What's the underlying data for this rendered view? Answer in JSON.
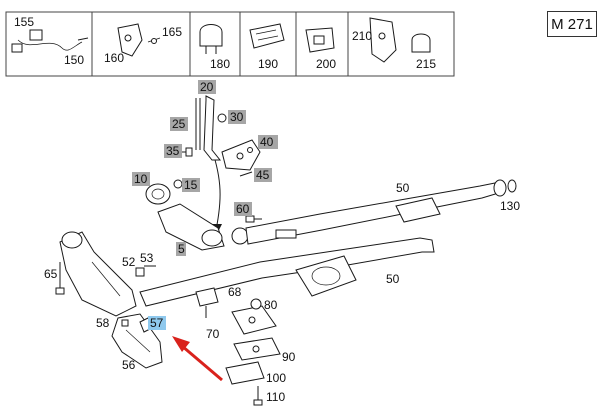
{
  "model_code": "M 271",
  "header_labels": {
    "l155": "155",
    "l150": "150",
    "l160": "160",
    "l165": "165",
    "l180": "180",
    "l190": "190",
    "l200": "200",
    "l210": "210",
    "l215": "215"
  },
  "callouts": {
    "c5": "5",
    "c10": "10",
    "c15": "15",
    "c20": "20",
    "c25": "25",
    "c30": "30",
    "c35": "35",
    "c40": "40",
    "c45": "45",
    "c50a": "50",
    "c50b": "50",
    "c52": "52",
    "c53": "53",
    "c56": "56",
    "c57": "57",
    "c58": "58",
    "c60": "60",
    "c65": "65",
    "c68": "68",
    "c70": "70",
    "c80": "80",
    "c90": "90",
    "c100": "100",
    "c110": "110",
    "c130": "130"
  },
  "colors": {
    "highlight_grey": "#a6a6a6",
    "highlight_blue": "#8fc9ee",
    "arrow_red": "#d9221c",
    "line": "#1a1a1a"
  }
}
